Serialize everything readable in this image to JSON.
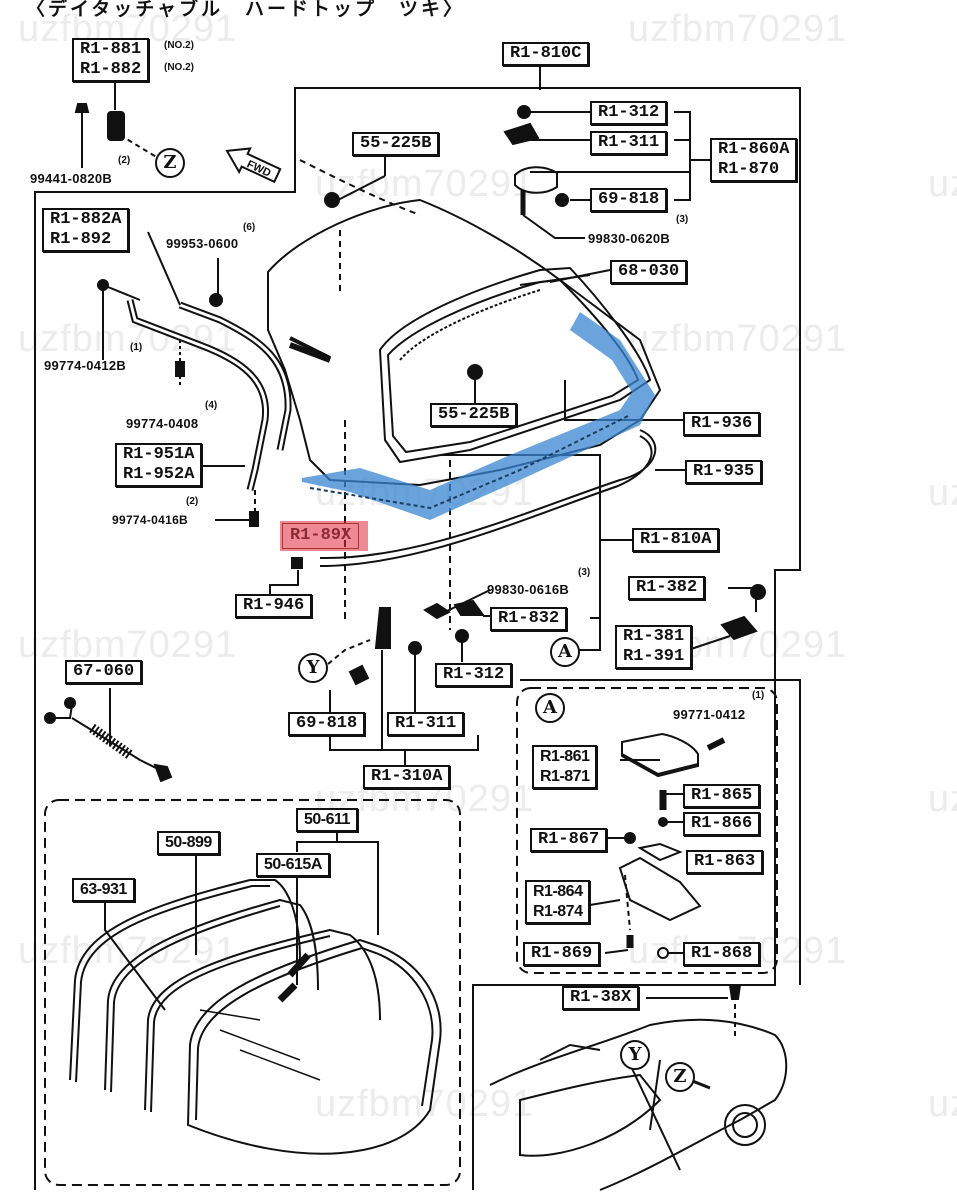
{
  "title": "〈デイタッチャブル　ハードトップ　ツキ〉",
  "watermark": "uzfbm70291",
  "highlight_colors": {
    "selected_part": "#e1283c",
    "highlighted_assembly": "#3a86d0"
  },
  "selected_part": "R1-89X",
  "labels": {
    "r1_881": [
      "R1-881",
      "R1-882"
    ],
    "r1_881_notes": [
      "(NO.2)",
      "(NO.2)"
    ],
    "r1_810c": "R1-810C",
    "r1_312_top": "R1-312",
    "r1_311_top": "R1-311",
    "r1_860a": [
      "R1-860A",
      "R1-870"
    ],
    "l_69_818_top": "69-818",
    "l_55_225b_top": "55-225B",
    "l_55_225b_mid": "55-225B",
    "l_68_030": "68-030",
    "r1_882a": [
      "R1-882A",
      "R1-892"
    ],
    "r1_951a": [
      "R1-951A",
      "R1-952A"
    ],
    "r1_936": "R1-936",
    "r1_935": "R1-935",
    "r1_810a": "R1-810A",
    "r1_89x": "R1-89X",
    "r1_946": "R1-946",
    "r1_832": "R1-832",
    "r1_382": "R1-382",
    "r1_381": [
      "R1-381",
      "R1-391"
    ],
    "l_67_060": "67-060",
    "r1_312_bot": "R1-312",
    "l_69_818_bot": "69-818",
    "r1_311_bot": "R1-311",
    "r1_310a": "R1-310A",
    "l_50_611": "50-611",
    "l_50_899": "50-899",
    "l_50_615a": "50-615A",
    "l_63_931": "63-931",
    "r1_861": [
      "R1-861",
      "R1-871"
    ],
    "r1_865": "R1-865",
    "r1_866": "R1-866",
    "r1_867": "R1-867",
    "r1_863": "R1-863",
    "r1_864": [
      "R1-864",
      "R1-874"
    ],
    "r1_869": "R1-869",
    "r1_868": "R1-868",
    "r1_38x": "R1-38X"
  },
  "part_numbers": {
    "p_99441": {
      "num": "99441-0820B",
      "qty": "(2)"
    },
    "p_99830_top": {
      "num": "99830-0620B",
      "qty": "(3)"
    },
    "p_99953": {
      "num": "99953-0600",
      "qty": "(6)"
    },
    "p_99774_0412": {
      "num": "99774-0412B",
      "qty": "(1)"
    },
    "p_99774_0408": {
      "num": "99774-0408",
      "qty": "(4)"
    },
    "p_99774_0416": {
      "num": "99774-0416B",
      "qty": "(2)"
    },
    "p_99830_bot": {
      "num": "99830-0616B",
      "qty": "(3)"
    },
    "p_99771": {
      "num": "99771-0412",
      "qty": "(1)"
    }
  },
  "callouts": {
    "z": "Z",
    "y": "Y",
    "a": "A",
    "fwd": "FWD"
  }
}
